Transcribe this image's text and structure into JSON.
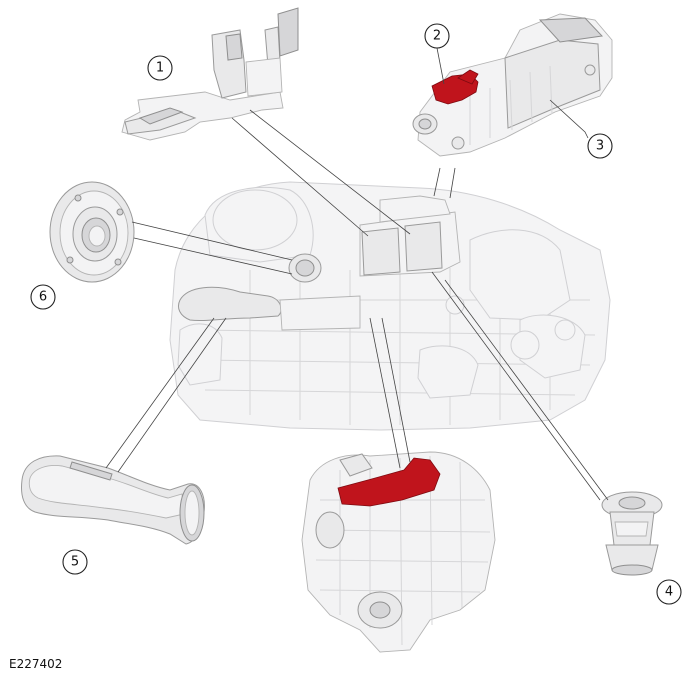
{
  "figure": {
    "reference": "E227402"
  },
  "callouts": [
    {
      "label": "1"
    },
    {
      "label": "2"
    },
    {
      "label": "3"
    },
    {
      "label": "4"
    },
    {
      "label": "5"
    },
    {
      "label": "6"
    }
  ],
  "colors": {
    "highlight": "#c0141c",
    "outline": "#222222",
    "part_fill": "#e9e9ea"
  }
}
